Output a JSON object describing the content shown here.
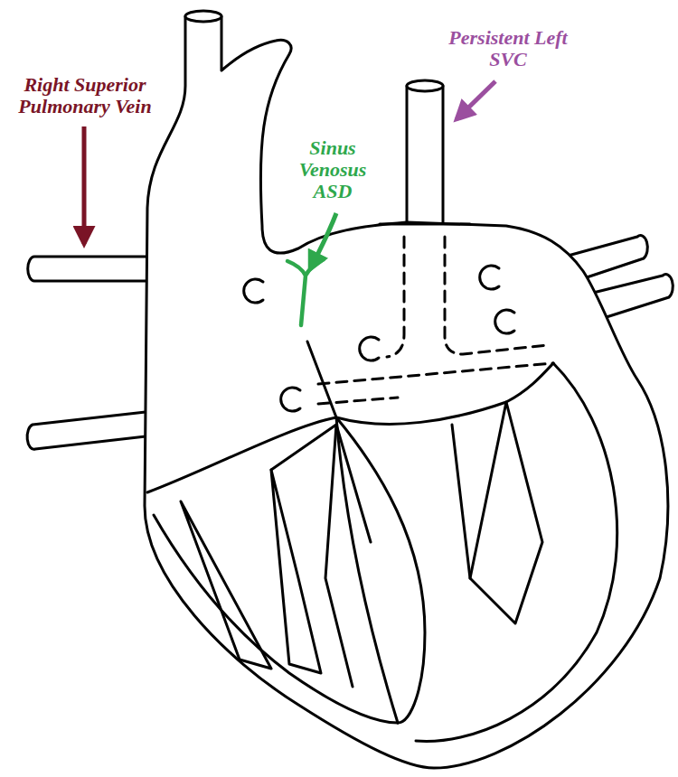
{
  "diagram": {
    "labels": [
      "Right Superior Pulmonary Vein",
      "Sinus Venosus ASD",
      "Persistent Left SVC"
    ]
  }
}
